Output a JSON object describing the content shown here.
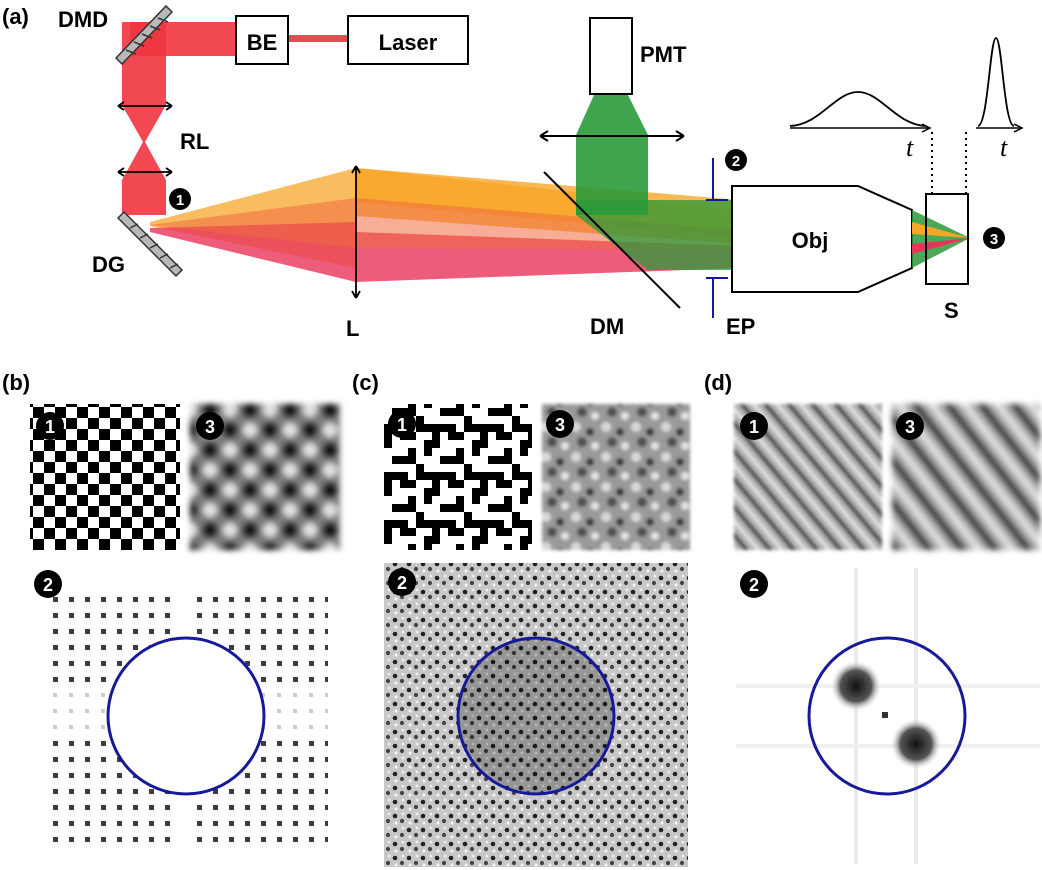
{
  "panels": {
    "a": "(a)",
    "b": "(b)",
    "c": "(c)",
    "d": "(d)"
  },
  "components": {
    "dmd": "DMD",
    "be": "BE",
    "laser": "Laser",
    "pmt": "PMT",
    "rl": "RL",
    "dg": "DG",
    "l": "L",
    "dm": "DM",
    "ep": "EP",
    "obj": "Obj",
    "s": "S"
  },
  "time_axis_label": "t",
  "markers": {
    "one": "1",
    "two": "2",
    "three": "3"
  },
  "colors": {
    "red_beam": "#f0343f",
    "orange_beam": "#f7a628",
    "pink_beam": "#e8345a",
    "green_beam": "#2a9a3a",
    "aperture_circle": "#16199a",
    "grating_gray": "#b8b8b8"
  }
}
